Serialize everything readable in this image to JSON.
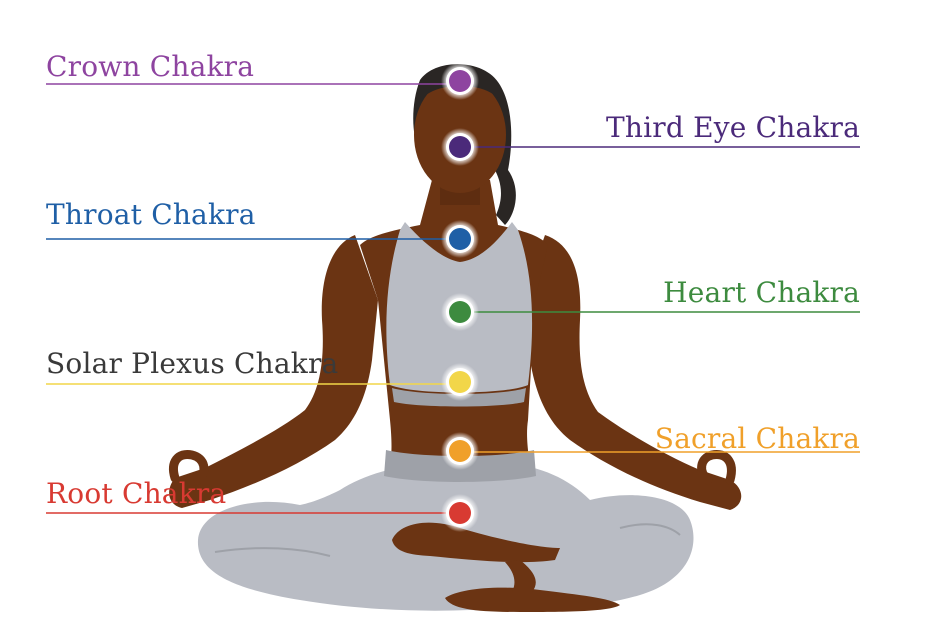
{
  "colors": {
    "skin": "#6b3413",
    "skin_dark": "#4f250c",
    "hair": "#2a2624",
    "clothing": "#b9bcc4",
    "clothing_shadow": "#9ea1a8",
    "background": "#ffffff"
  },
  "chakras": [
    {
      "id": "crown",
      "label": "Crown Chakra",
      "color": "#8e44a0",
      "side": "left"
    },
    {
      "id": "third-eye",
      "label": "Third Eye Chakra",
      "color": "#4b2a7a",
      "side": "right"
    },
    {
      "id": "throat",
      "label": "Throat Chakra",
      "color": "#1f5fa6",
      "side": "left"
    },
    {
      "id": "heart",
      "label": "Heart Chakra",
      "color": "#3d8b3f",
      "side": "right"
    },
    {
      "id": "solar-plexus",
      "label": "Solar Plexus Chakra",
      "color": "#f2d649",
      "text_color": "#3a3a3a",
      "side": "left"
    },
    {
      "id": "sacral",
      "label": "Sacral Chakra",
      "color": "#f0a02a",
      "side": "right"
    },
    {
      "id": "root",
      "label": "Root Chakra",
      "color": "#d83a32",
      "side": "left"
    }
  ]
}
